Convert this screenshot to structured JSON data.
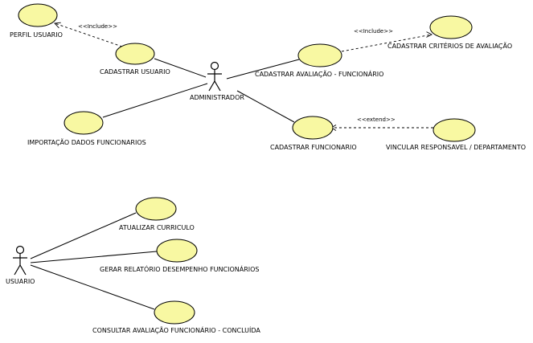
{
  "actors": {
    "administrador": "ADMINISTRADOR",
    "usuario": "USUARIO"
  },
  "use_cases": {
    "perfil_usuario": "PERFIL USUARIO",
    "cadastrar_usuario": "CADASTRAR USUARIO",
    "importacao_dados": "IMPORTAÇÃO DADOS FUNCIONARIOS",
    "cadastrar_avaliacao": "CADASTRAR AVALIAÇÃO - FUNCIONÁRIO",
    "cadastrar_criterios": "CADASTRAR CRITÉRIOS DE AVALIAÇÃO",
    "cadastrar_funcionario": "CADASTRAR FUNCIONARIO",
    "vincular_responsavel": "VINCULAR RESPONSAVEL / DEPARTAMENTO",
    "atualizar_curriculo": "ATUALIZAR CURRICULO",
    "gerar_relatorio": "GERAR RELATÓRIO DESEMPENHO FUNCIONÁRIOS",
    "consultar_avaliacao": "CONSULTAR AVALIAÇÃO FUNCIONÁRIO - CONCLUÍDA"
  },
  "relationships": {
    "include_perfil": "<<Include>>",
    "include_criterios": "<<Include>>",
    "extend_vincular": "<<extend>>"
  },
  "colors": {
    "use_case_fill": "#f8f8a2",
    "line": "#000000"
  }
}
